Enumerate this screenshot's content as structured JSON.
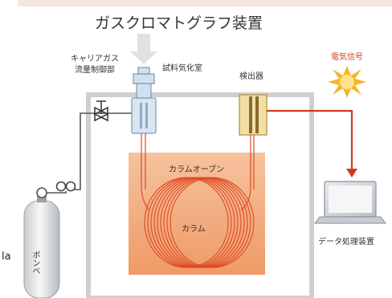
{
  "side_text": "la",
  "title": "ガスクロマトグラフ装置",
  "labels": {
    "carrier_gas": "キャリアガス",
    "flow_control": "流量制御部",
    "injector": "試料気化室",
    "detector": "検出器",
    "signal": "電気信号",
    "oven": "カラムオーブン",
    "column": "カラム",
    "data_processor": "データ処理装置",
    "cylinder": "ボンベ"
  },
  "colors": {
    "outline": "#d0d0d0",
    "oven_fill": "#f1a878",
    "column_red": "#de4a24",
    "signal_red": "#d23b1a",
    "detector_fill": "#f3dfa6",
    "injector_fill": "#cfe0f0"
  }
}
